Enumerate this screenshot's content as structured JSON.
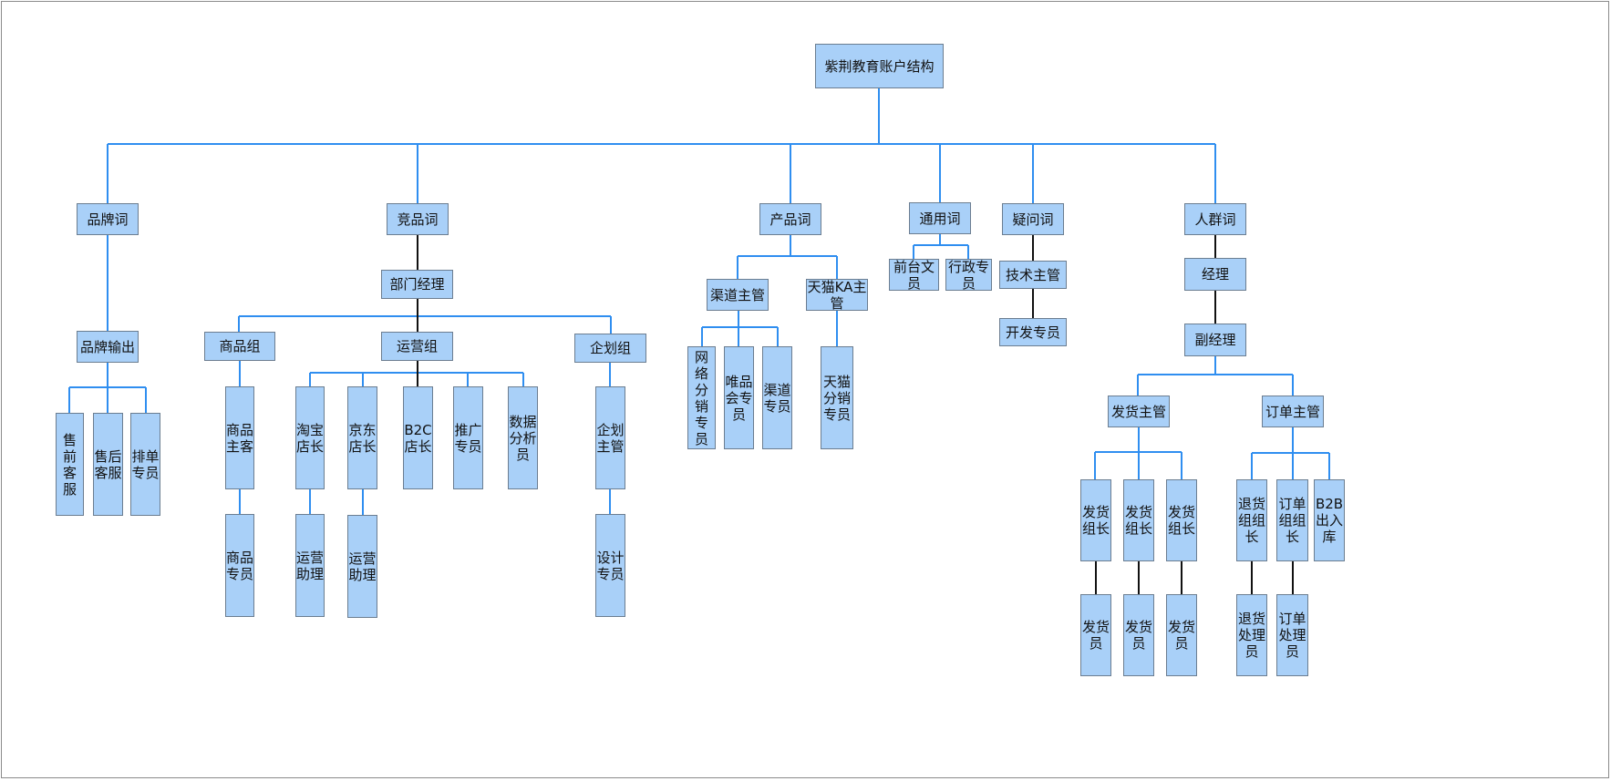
{
  "diagram": {
    "colors": {
      "node_fill": "#a9d0f8",
      "node_border": "#6b7d90",
      "link_blue": "#2f8ef0",
      "link_black": "#111111"
    },
    "nodes": {
      "root": "紫荆教育账户结构",
      "brand": "品牌词",
      "brand_output": "品牌输出",
      "presales": "售前\n客服",
      "aftersales": "售后\n客服",
      "scheduler": "排单\n专员",
      "competitor": "竞品词",
      "dept_mgr": "部门经理",
      "goods_group": "商品组",
      "goods_lead": "商品\n主客",
      "goods_spec": "商品\n专员",
      "ops_group": "运营组",
      "taobao": "淘宝\n店长",
      "taobao_asst": "运营\n助理",
      "jd": "京东\n店长",
      "jd_asst": "运营\n助理",
      "b2c": "B2C\n店长",
      "promo": "推广\n专员",
      "analyst": "数据\n分析\n员",
      "plan_group": "企划组",
      "plan_lead": "企划\n主管",
      "designer": "设计\n专员",
      "product": "产品词",
      "channel_lead": "渠道主管",
      "net_dist": "网络\n分销\n专员",
      "vip": "唯品\n会专\n员",
      "channel_spec": "渠道\n专员",
      "tmall_ka": "天猫KA主\n管",
      "tmall_dist": "天猫\n分销\n专员",
      "general": "通用词",
      "front_desk": "前台文\n员",
      "admin": "行政专\n员",
      "question": "疑问词",
      "tech_lead": "技术主管",
      "dev": "开发专员",
      "crowd": "人群词",
      "manager": "经理",
      "deputy": "副经理",
      "ship_lead": "发货主管",
      "ship_gl1": "发货\n组长",
      "ship_gl2": "发货\n组长",
      "ship_gl3": "发货\n组长",
      "shipper1": "发货\n员",
      "shipper2": "发货\n员",
      "shipper3": "发货\n员",
      "order_lead": "订单主管",
      "return_gl": "退货\n组组\n长",
      "order_gl": "订单\n组组\n长",
      "b2b": "B2B\n出入\n库",
      "return_proc": "退货\n处理\n员",
      "order_proc": "订单\n处理\n员"
    }
  }
}
